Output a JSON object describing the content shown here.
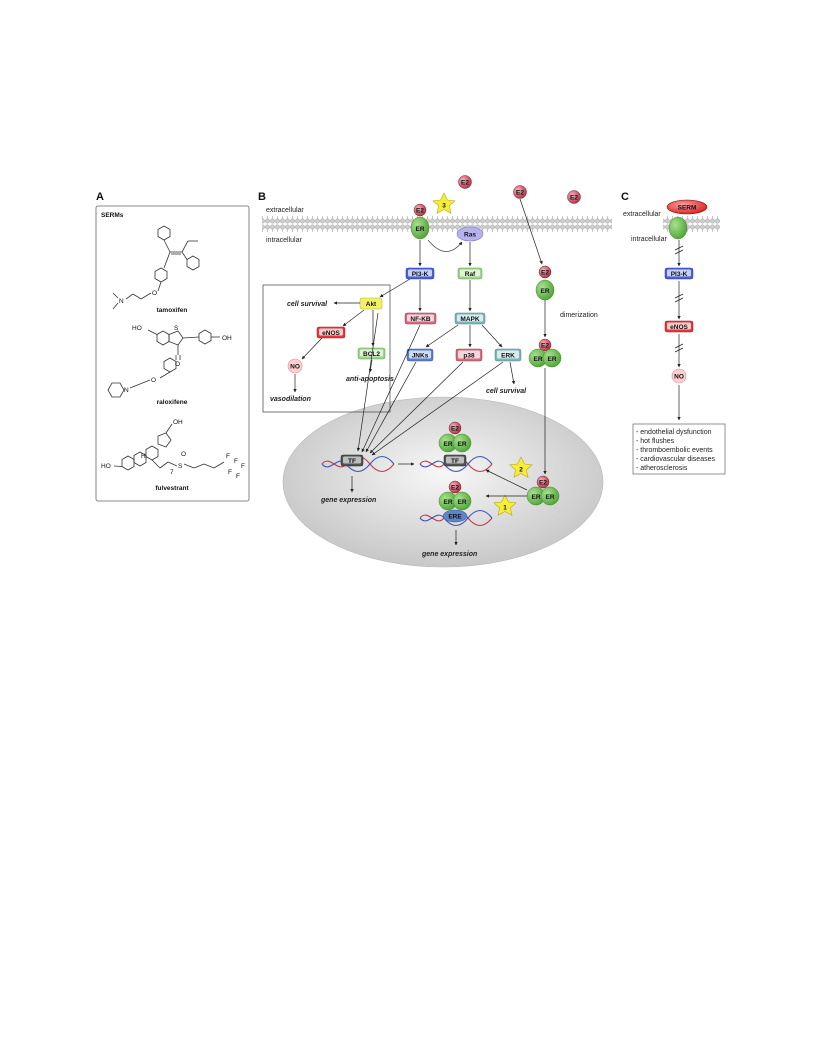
{
  "panels": {
    "a": "A",
    "b": "B",
    "c": "C"
  },
  "panel_a": {
    "title": "SERMs",
    "drugs": [
      "tamoxifen",
      "raloxifene",
      "fulvestrant"
    ],
    "atoms": {
      "o": "O",
      "n": "N",
      "s": "S",
      "ho": "HO",
      "oh": "OH",
      "h": "H",
      "f": "F",
      "n_sub": "7"
    }
  },
  "membrane": {
    "extracellular": "extracellular",
    "intracellular": "intracellular"
  },
  "ligands": {
    "e2": "E2",
    "er": "ER",
    "serm": "SERM"
  },
  "kinases": {
    "pi3k": "PI3-K",
    "ras": "Ras",
    "raf": "Raf",
    "akt": "Akt",
    "nfkb": "NF-KB",
    "mapk": "MAPK",
    "enos": "eNOS",
    "bcl2": "BCL2",
    "no": "NO",
    "jnks": "JNKs",
    "p38": "p38",
    "erk": "ERK",
    "tf": "TF",
    "ere": "ERE"
  },
  "labels": {
    "cell_survival": "cell survival",
    "anti_apoptosis": "anti-apoptosis",
    "vasodilation": "vasodilation",
    "dimerization": "dimerization",
    "gene_expression": "gene expression"
  },
  "stars": [
    "3",
    "2",
    "1"
  ],
  "outcomes": [
    "- endothelial dysfunction",
    "- hot flushes",
    "- thromboembolic events",
    "- cardiovascular diseases",
    "- atherosclerosis"
  ],
  "colors": {
    "e2": "#c23a4d",
    "er": "#6cc24a",
    "pi3k": "#4a5fd6",
    "ras": "#b7b2ef",
    "raf": "#9ed48d",
    "akt": "#f2f06a",
    "nfkb": "#d46b80",
    "mapk": "#7fb5b8",
    "enos": "#e8343a",
    "bcl2": "#9ed48d",
    "jnks": "#5a7fd0",
    "p38": "#d46b80",
    "erk": "#7fb5b8",
    "tf": "#555555",
    "ere": "#5d86c9",
    "star": "#f5ec3c",
    "nucleus": "#d9d9d9"
  }
}
